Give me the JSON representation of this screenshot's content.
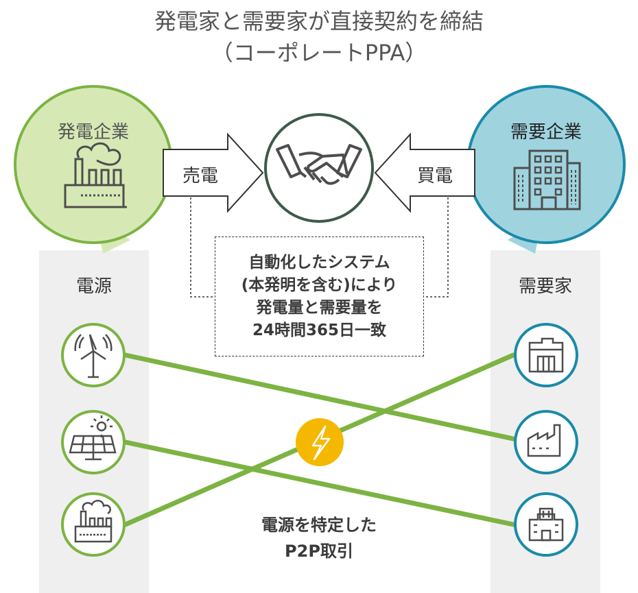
{
  "title": {
    "line1": "発電家と需要家が直接契約を締結",
    "line2": "（コーポレートPPA）"
  },
  "left_entity": {
    "label": "発電企業",
    "icon": "factory-icon",
    "color": "#d6e9b5",
    "border": "#7cb342"
  },
  "right_entity": {
    "label": "需要企業",
    "icon": "office-building-icon",
    "color": "#9fd4df",
    "border": "#1a8aa8"
  },
  "arrows": {
    "sell": "売電",
    "buy": "買電"
  },
  "center": {
    "icon": "handshake-icon"
  },
  "system_box": {
    "line1": "自動化したシステム",
    "line2": "(本発明を含む)により",
    "line3": "発電量と需要量を",
    "line4": "24時間365日一致"
  },
  "left_panel": {
    "label": "電源",
    "sources": [
      {
        "icon": "wind-turbine-icon"
      },
      {
        "icon": "solar-panel-icon"
      },
      {
        "icon": "thermal-power-plant-icon"
      }
    ]
  },
  "right_panel": {
    "label": "需要家",
    "consumers": [
      {
        "icon": "warehouse-icon"
      },
      {
        "icon": "factory-icon"
      },
      {
        "icon": "hospital-icon"
      }
    ]
  },
  "bottom": {
    "line1": "電源を特定した",
    "line2": "P2P取引"
  },
  "colors": {
    "line_green": "#7cb342",
    "bolt": "#f5b800",
    "icon_gray": "#4d4d4d",
    "handshake_border": "#3d5a4a"
  }
}
